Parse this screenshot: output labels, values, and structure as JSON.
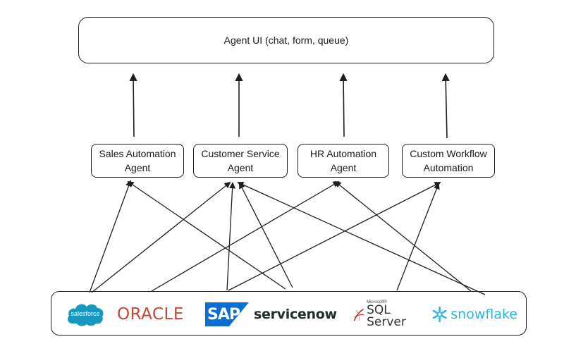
{
  "top": {
    "label": "Agent UI (chat, form, queue)"
  },
  "agents": [
    {
      "label": "Sales Automation\nAgent"
    },
    {
      "label": "Customer Service\nAgent"
    },
    {
      "label": "HR Automation\nAgent"
    },
    {
      "label": "Custom Workflow\nAutomation"
    }
  ],
  "sources": {
    "salesforce": "salesforce",
    "oracle": "ORACLE",
    "sap": "SAP",
    "servicenow": "servicenow",
    "sqlserver_ms": "Microsoft®",
    "sqlserver": "SQL Server",
    "snowflake": "snowflake"
  },
  "colors": {
    "stroke": "#1e1e1e",
    "salesforce": "#1798c1",
    "oracle": "#c74634",
    "sap": "#0a6ed1",
    "servicenow_o": "#62d84e",
    "sqlserver": "#cc2927",
    "snowflake": "#29b5e8"
  }
}
